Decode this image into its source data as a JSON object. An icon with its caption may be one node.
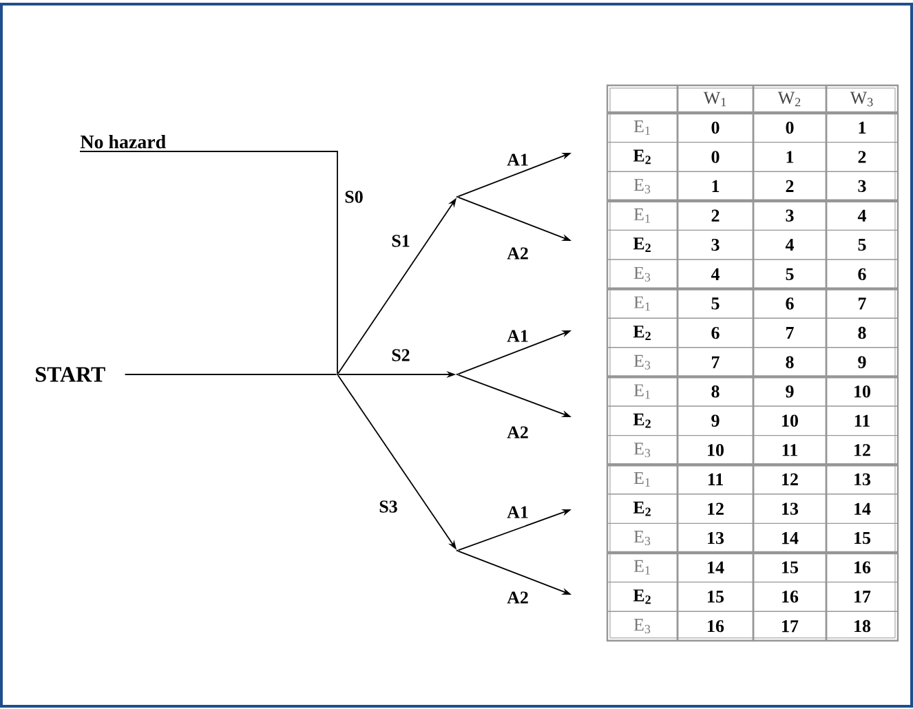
{
  "diagram": {
    "nodes": [
      {
        "text": [
          "No hazard"
        ]
      },
      {
        "text": [
          "START"
        ]
      },
      {
        "text": [],
        "shape": "point"
      },
      {
        "text": [],
        "shape": "point"
      },
      {
        "text": [],
        "shape": "point"
      },
      {
        "text": [],
        "shape": "point"
      }
    ],
    "edges": [
      {
        "from": 1,
        "to": 2,
        "arrow": "none"
      },
      {
        "from": 2,
        "to": 0,
        "arrow": "none",
        "label": "S0"
      },
      {
        "from": 2,
        "to": 3,
        "arrow": "to",
        "label": "S1"
      },
      {
        "from": 2,
        "to": 4,
        "arrow": "to",
        "label": "S2"
      },
      {
        "from": 2,
        "to": 5,
        "arrow": "to",
        "label": "S3"
      },
      {
        "from": 3,
        "to": null,
        "arrow": "to",
        "label": "A1"
      },
      {
        "from": 3,
        "to": null,
        "arrow": "to",
        "label": "A2"
      },
      {
        "from": 4,
        "to": null,
        "arrow": "to",
        "label": "A1"
      },
      {
        "from": 4,
        "to": null,
        "arrow": "to",
        "label": "A2"
      },
      {
        "from": 5,
        "to": null,
        "arrow": "to",
        "label": "A1"
      },
      {
        "from": 5,
        "to": null,
        "arrow": "to",
        "label": "A2"
      }
    ],
    "labels": [
      "W$_{1}$",
      "W$_{2}$",
      "W$_{3}$",
      "E$_{1}$",
      "0",
      "0",
      "1",
      "E$_{2}$",
      "0",
      "1",
      "2",
      "E$_{3}$",
      "1",
      "2",
      "3",
      "E$_{1}$",
      "2",
      "3",
      "4",
      "E$_{2}$",
      "3",
      "4",
      "5",
      "E$_{3}$",
      "4",
      "5",
      "6",
      "E$_{1}$",
      "5",
      "6",
      "7",
      "E$_{2}$",
      "6",
      "7",
      "8",
      "E$_{3}$",
      "7",
      "8",
      "9",
      "E$_{1}$",
      "8",
      "9",
      "10",
      "E$_{2}$",
      "9",
      "10",
      "11",
      "E$_{3}$",
      "10",
      "11",
      "12",
      "E$_{1}$",
      "11",
      "12",
      "13",
      "E$_{2}$",
      "12",
      "13",
      "14",
      "E$_{3}$",
      "13",
      "14",
      "15",
      "E$_{1}$",
      "14",
      "15",
      "16",
      "E$_{2}$",
      "15",
      "16",
      "17",
      "E$_{3}$",
      "16",
      "17",
      "18"
    ]
  }
}
